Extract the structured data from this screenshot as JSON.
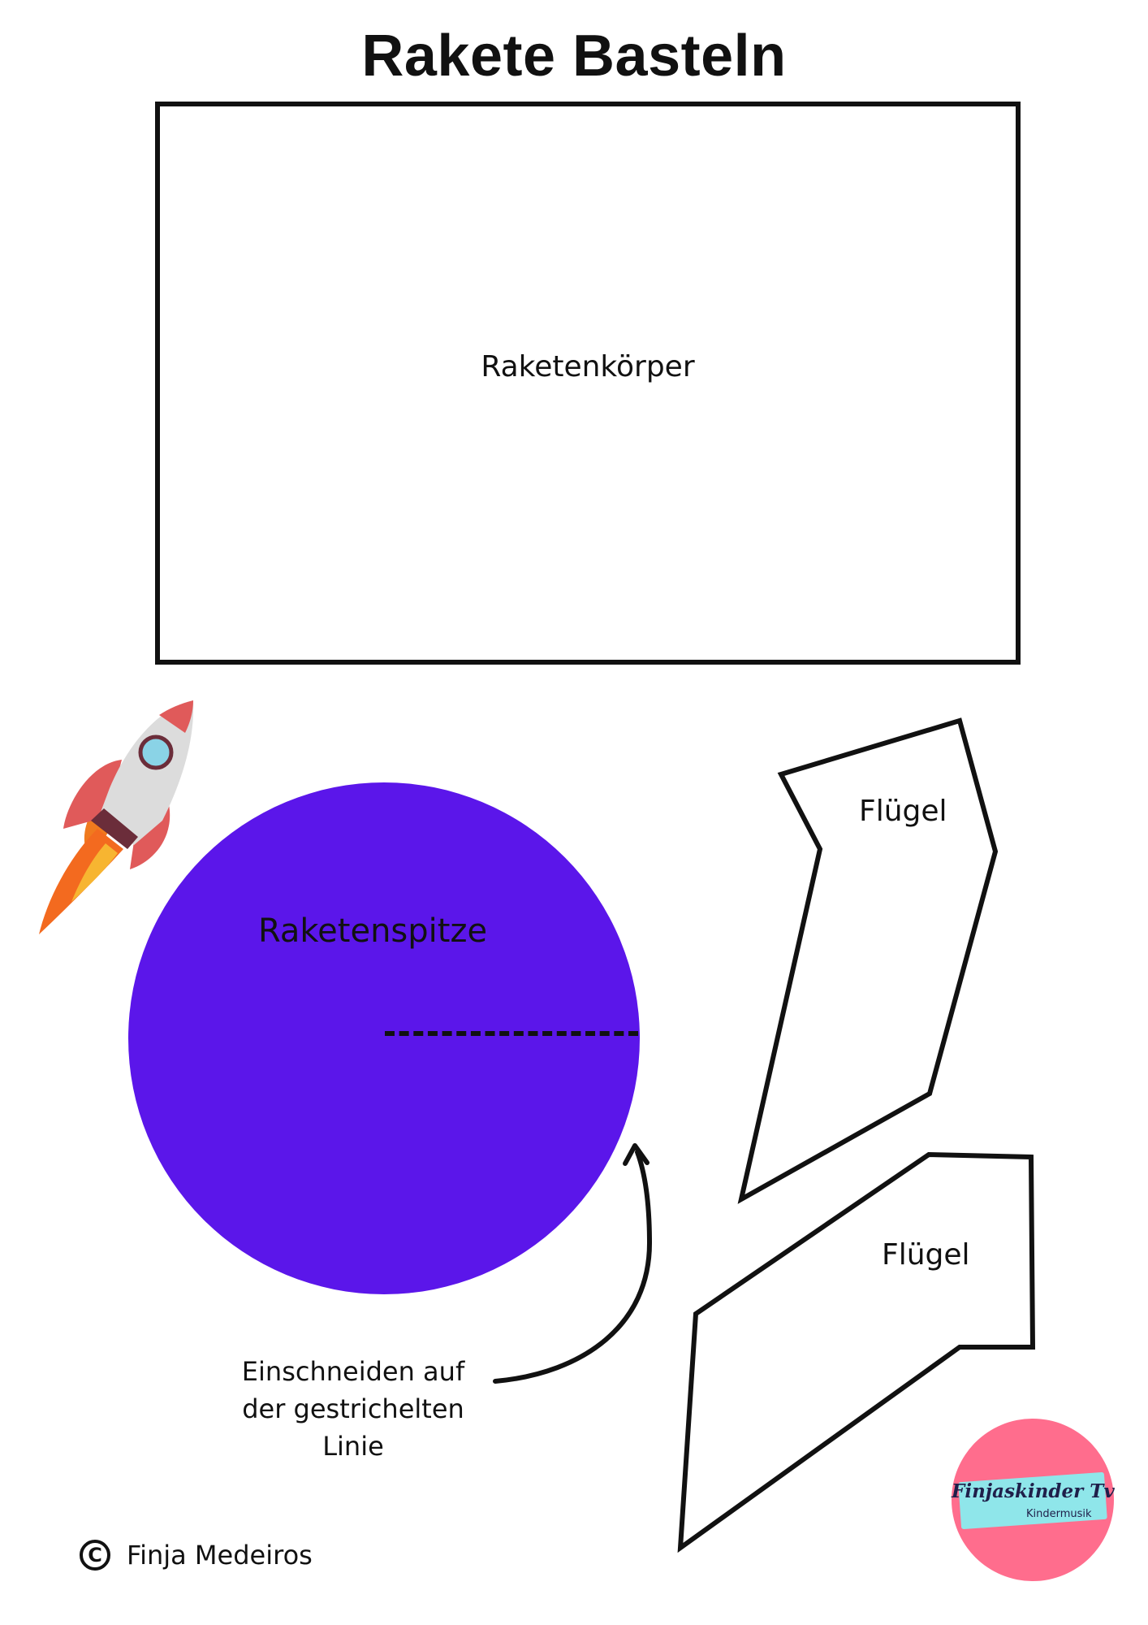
{
  "title": "Rakete Basteln",
  "body_template": {
    "label": "Raketenkörper"
  },
  "nose_template": {
    "label": "Raketenspitze",
    "color": "#5b16ea"
  },
  "wings": [
    {
      "label": "Flügel"
    },
    {
      "label": "Flügel"
    }
  ],
  "cut_instruction": {
    "line1": "Einschneiden auf",
    "line2": "der gestrichelten",
    "line3": "Linie"
  },
  "copyright": {
    "symbol": "C",
    "name": "Finja Medeiros"
  },
  "logo": {
    "name": "Finjaskinder Tv",
    "subtitle": "Kindermusik",
    "bg_color": "#ff6d8d",
    "band_color": "#8fe6ea"
  },
  "icons": [
    "rocket-icon",
    "copyright-icon",
    "arrow-icon"
  ]
}
